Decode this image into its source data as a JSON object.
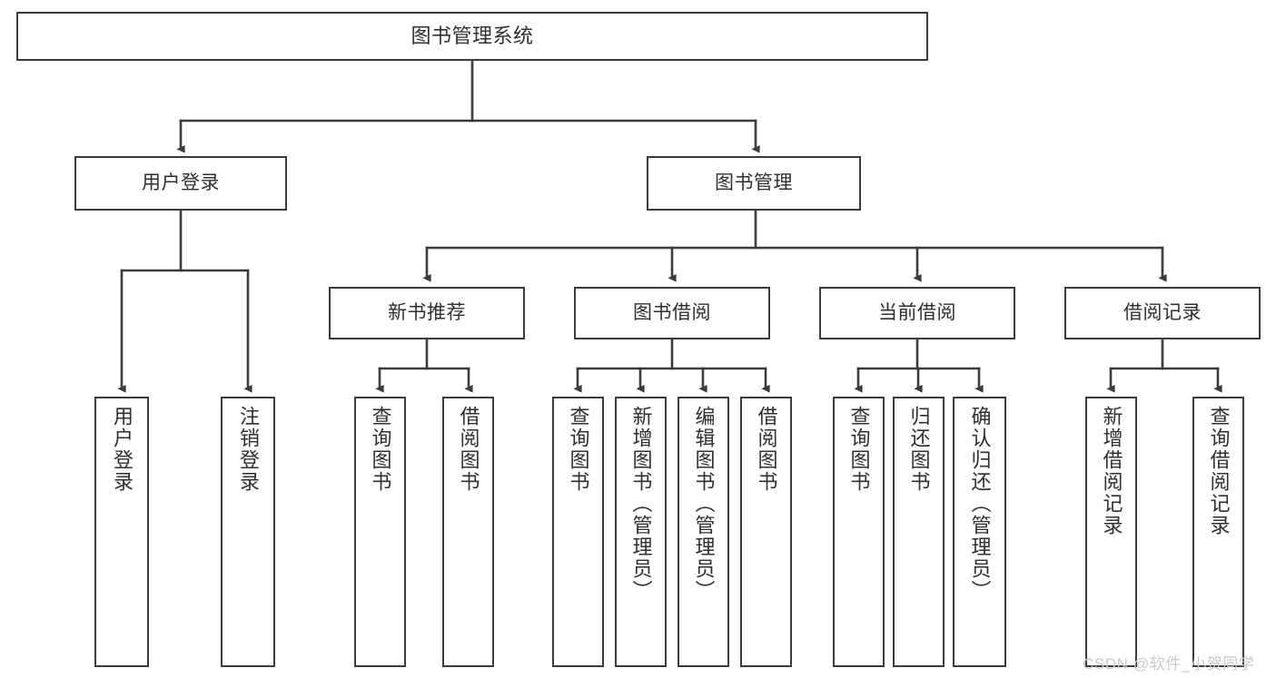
{
  "diagram": {
    "title": "图书管理系统",
    "type": "functional-structure-tree",
    "root": {
      "label": "图书管理系统"
    },
    "level1": [
      {
        "label": "用户登录"
      },
      {
        "label": "图书管理"
      }
    ],
    "level2": [
      {
        "label": "新书推荐"
      },
      {
        "label": "图书借阅"
      },
      {
        "label": "当前借阅"
      },
      {
        "label": "借阅记录"
      }
    ],
    "leaves": {
      "user_login": [
        {
          "label": "用户登录"
        },
        {
          "label": "注销登录"
        }
      ],
      "new_book_recommend": [
        {
          "label": "查询图书"
        },
        {
          "label": "借阅图书"
        }
      ],
      "book_borrow": [
        {
          "label": "查询图书"
        },
        {
          "label": "新增图书（管理员）"
        },
        {
          "label": "编辑图书（管理员）"
        },
        {
          "label": "借阅图书"
        }
      ],
      "current_borrow": [
        {
          "label": "查询图书"
        },
        {
          "label": "归还图书"
        },
        {
          "label": "确认归还（管理员）"
        }
      ],
      "borrow_record": [
        {
          "label": "新增借阅记录"
        },
        {
          "label": "查询借阅记录"
        }
      ]
    }
  },
  "watermark": {
    "text": "CSDN @软件_小贺同学"
  },
  "colors": {
    "stroke": "#3b3b3b",
    "text": "#2f2f2f",
    "background": "#ffffff",
    "watermark": "#c9c9c9"
  }
}
